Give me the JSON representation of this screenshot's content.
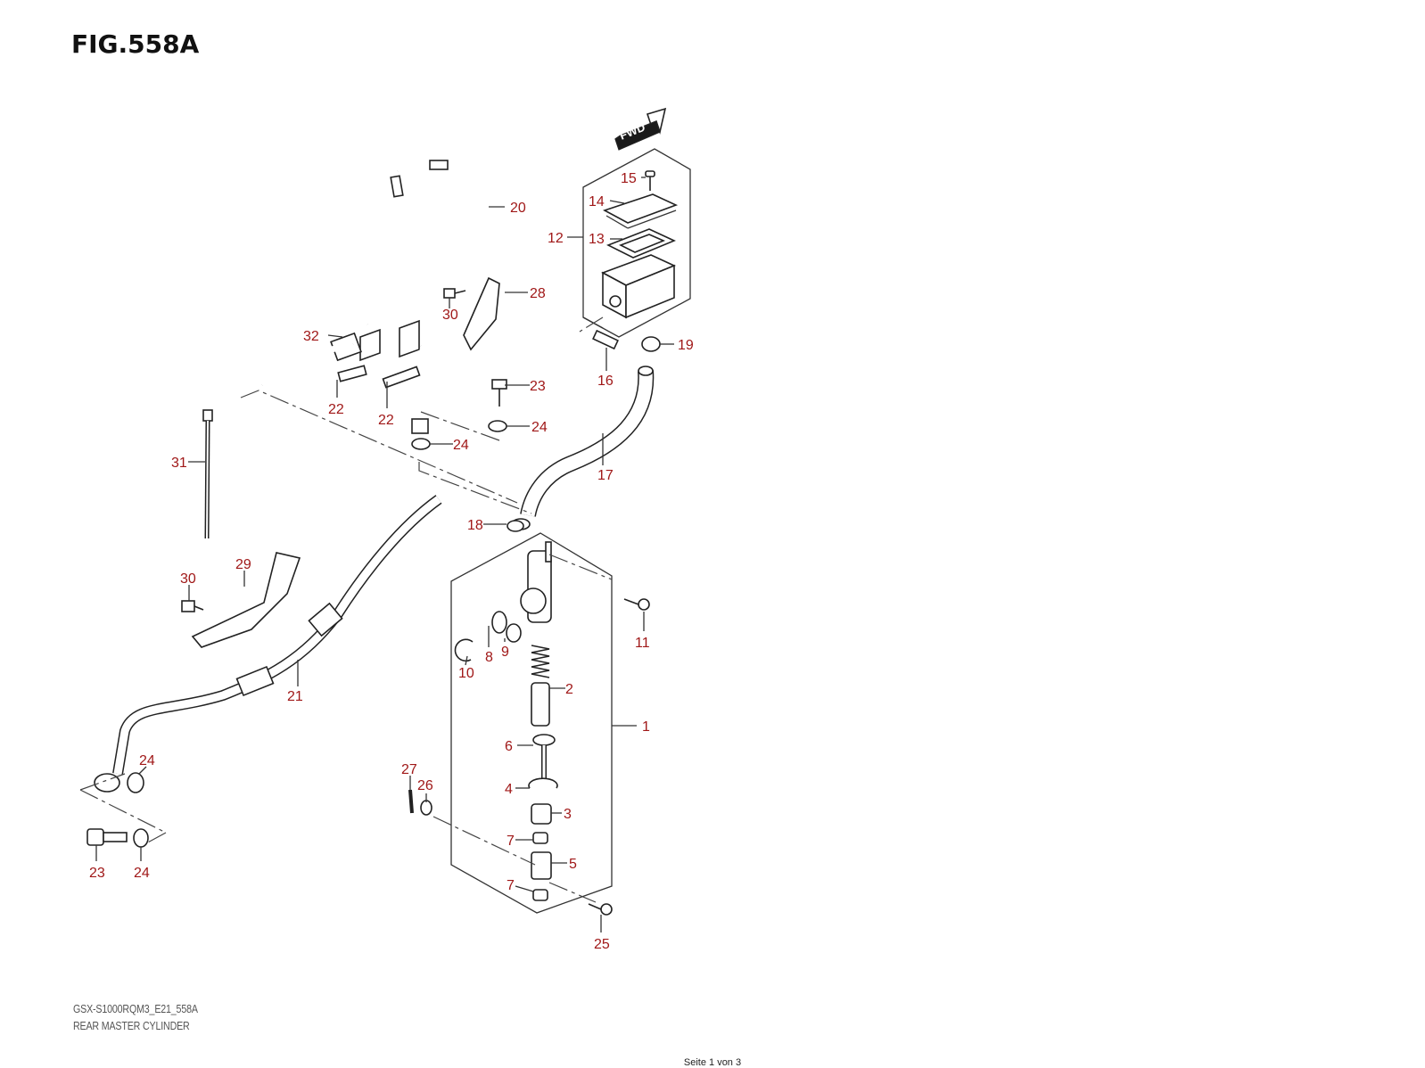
{
  "figure": {
    "title": "FIG.558A",
    "model_code": "GSX-S1000RQM3_E21_558A",
    "caption": "REAR MASTER CYLINDER",
    "footer": "Seite 1 von 3",
    "fwd_label": "FWD"
  },
  "colors": {
    "callout_text": "#a01818",
    "line": "#333333",
    "title": "#111111"
  },
  "callouts": [
    {
      "id": "c15",
      "label": "15"
    },
    {
      "id": "c14",
      "label": "14"
    },
    {
      "id": "c12",
      "label": "12"
    },
    {
      "id": "c13",
      "label": "13"
    },
    {
      "id": "c20",
      "label": "20"
    },
    {
      "id": "c28",
      "label": "28"
    },
    {
      "id": "c30a",
      "label": "30"
    },
    {
      "id": "c32",
      "label": "32"
    },
    {
      "id": "c19",
      "label": "19"
    },
    {
      "id": "c16",
      "label": "16"
    },
    {
      "id": "c23a",
      "label": "23"
    },
    {
      "id": "c22a",
      "label": "22"
    },
    {
      "id": "c22b",
      "label": "22"
    },
    {
      "id": "c24a",
      "label": "24"
    },
    {
      "id": "c24b",
      "label": "24"
    },
    {
      "id": "c31",
      "label": "31"
    },
    {
      "id": "c17",
      "label": "17"
    },
    {
      "id": "c18",
      "label": "18"
    },
    {
      "id": "c30b",
      "label": "30"
    },
    {
      "id": "c29",
      "label": "29"
    },
    {
      "id": "c11",
      "label": "11"
    },
    {
      "id": "c9",
      "label": "9"
    },
    {
      "id": "c8",
      "label": "8"
    },
    {
      "id": "c10",
      "label": "10"
    },
    {
      "id": "c2",
      "label": "2"
    },
    {
      "id": "c1",
      "label": "1"
    },
    {
      "id": "c21",
      "label": "21"
    },
    {
      "id": "c6",
      "label": "6"
    },
    {
      "id": "c24c",
      "label": "24"
    },
    {
      "id": "c27",
      "label": "27"
    },
    {
      "id": "c26",
      "label": "26"
    },
    {
      "id": "c4",
      "label": "4"
    },
    {
      "id": "c3",
      "label": "3"
    },
    {
      "id": "c7a",
      "label": "7"
    },
    {
      "id": "c5",
      "label": "5"
    },
    {
      "id": "c7b",
      "label": "7"
    },
    {
      "id": "c23b",
      "label": "23"
    },
    {
      "id": "c24d",
      "label": "24"
    },
    {
      "id": "c25",
      "label": "25"
    }
  ]
}
